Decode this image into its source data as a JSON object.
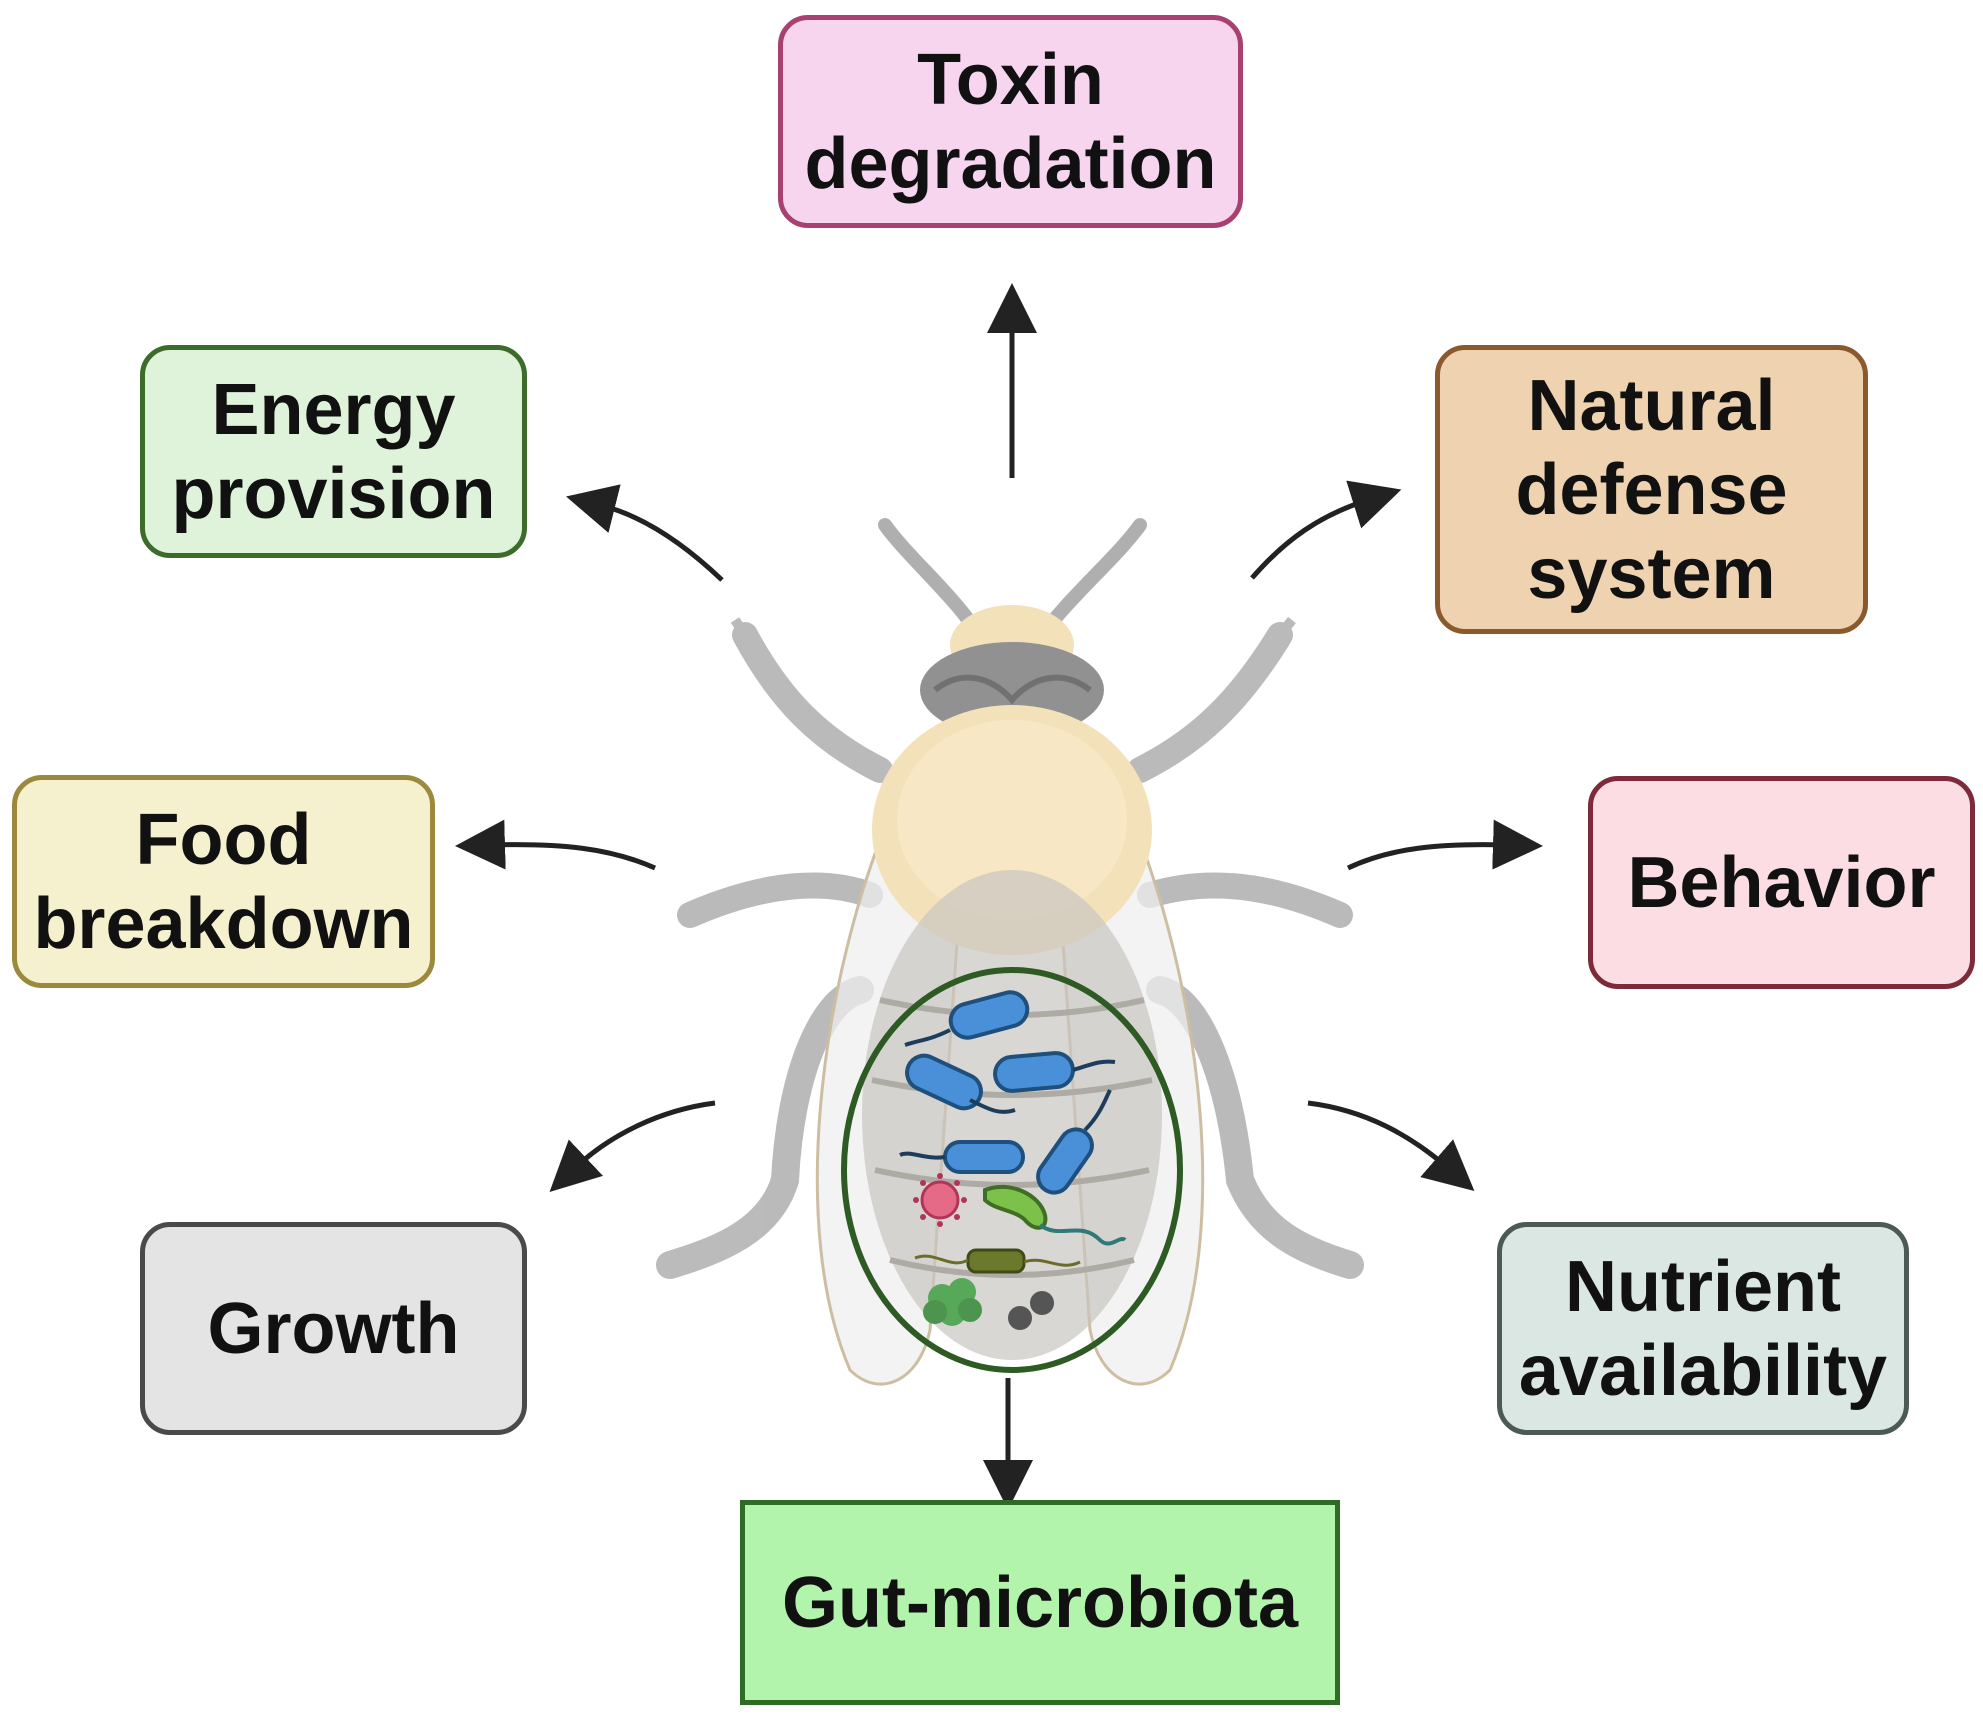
{
  "colors": {
    "toxin": {
      "fill": "#f7d5ee",
      "border": "#a8416f"
    },
    "energy": {
      "fill": "#dff3da",
      "border": "#3d6b2b"
    },
    "natural": {
      "fill": "#efd3b0",
      "border": "#8a5a2e"
    },
    "food": {
      "fill": "#f5f1cf",
      "border": "#9c8a3c"
    },
    "behavior": {
      "fill": "#fbdde3",
      "border": "#7d2a3a"
    },
    "growth": {
      "fill": "#e4e4e4",
      "border": "#4a4a4a"
    },
    "nutrient": {
      "fill": "#dbe7e3",
      "border": "#4b5a57"
    },
    "gut": {
      "fill": "#b3f4ad",
      "border": "#2e6b24"
    }
  },
  "boxes": {
    "toxin": {
      "line1": "Toxin",
      "line2": "degradation"
    },
    "energy": {
      "line1": "Energy",
      "line2": "provision"
    },
    "natural": {
      "line1": "Natural",
      "line2": "defense",
      "line3": "system"
    },
    "food": {
      "line1": "Food",
      "line2": "breakdown"
    },
    "behavior": {
      "line1": "Behavior"
    },
    "growth": {
      "line1": "Growth"
    },
    "nutrient": {
      "line1": "Nutrient",
      "line2": "availability"
    },
    "gut": {
      "line1": "Gut-microbiota"
    }
  },
  "illustration": {
    "subject": "bee-icon",
    "gut_contents": [
      "bacteria-icon",
      "virus-icon",
      "fungus-icon"
    ]
  }
}
